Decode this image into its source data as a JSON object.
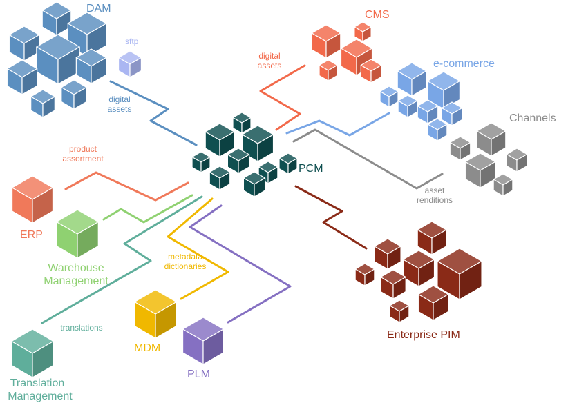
{
  "nodes": {
    "dam": {
      "label": "DAM",
      "color": "#5b8fc0"
    },
    "sftp": {
      "label": "sftp",
      "color": "#aab6f2"
    },
    "cms": {
      "label": "CMS",
      "color": "#f2694a"
    },
    "ecommerce": {
      "label": "e-commerce",
      "color": "#79a6e6"
    },
    "channels": {
      "label": "Channels",
      "color": "#8c8c8c"
    },
    "pcm": {
      "label": "PCM",
      "color": "#0f4f50"
    },
    "erp": {
      "label": "ERP",
      "color": "#f0795a"
    },
    "warehouse": {
      "label_line1": "Warehouse",
      "label_line2": "Management",
      "color": "#8fd171"
    },
    "translation": {
      "label_line1": "Translation",
      "label_line2": "Management",
      "color": "#5fae9b"
    },
    "mdm": {
      "label": "MDM",
      "color": "#f0b800"
    },
    "plm": {
      "label": "PLM",
      "color": "#8570c2"
    },
    "pim": {
      "label": "Enterprise PIM",
      "color": "#8a2a17"
    }
  },
  "edges": {
    "dam_assets": {
      "line1": "digital",
      "line2": "assets",
      "color": "#5b8fc0"
    },
    "cms_assets": {
      "line1": "digital",
      "line2": "assets",
      "color": "#f2694a"
    },
    "ecommerce": {
      "color": "#79a6e6"
    },
    "channels_renditions": {
      "line1": "asset",
      "line2": "renditions",
      "color": "#8c8c8c"
    },
    "erp_assortment": {
      "line1": "product",
      "line2": "assortment",
      "color": "#f0795a"
    },
    "warehouse": {
      "color": "#8fd171"
    },
    "translations": {
      "label": "translations",
      "color": "#5fae9b"
    },
    "mdm_dictionaries": {
      "line1": "metadata",
      "line2": "dictionaries",
      "color": "#f0b800"
    },
    "plm": {
      "color": "#8570c2"
    },
    "pim": {
      "color": "#8a2a17"
    }
  }
}
